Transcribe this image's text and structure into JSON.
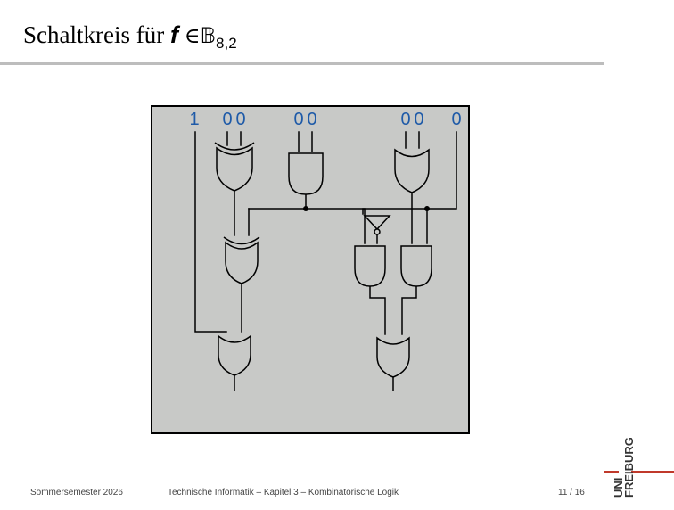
{
  "slide": {
    "title_text": "Schaltkreis für",
    "title_math_f": "f",
    "title_math_in": "∈",
    "title_math_set": "𝔹",
    "title_math_sub": "8,2"
  },
  "diagram": {
    "inputs": {
      "in1": "1",
      "in2": "0",
      "in3": "0",
      "in4": "0",
      "in5": "0",
      "in6": "0",
      "in7": "0",
      "in8": "0"
    },
    "background_color": "#c8c9c7",
    "input_color": "#1e5aa8"
  },
  "footer": {
    "semester": "Sommersemester 2026",
    "course": "Technische Informatik – Kapitel 3 – Kombinatorische Logik",
    "page": "11 / 16"
  },
  "logo": {
    "line1": "UNI",
    "line2": "FREIBURG",
    "accent_color": "#c0392b"
  }
}
